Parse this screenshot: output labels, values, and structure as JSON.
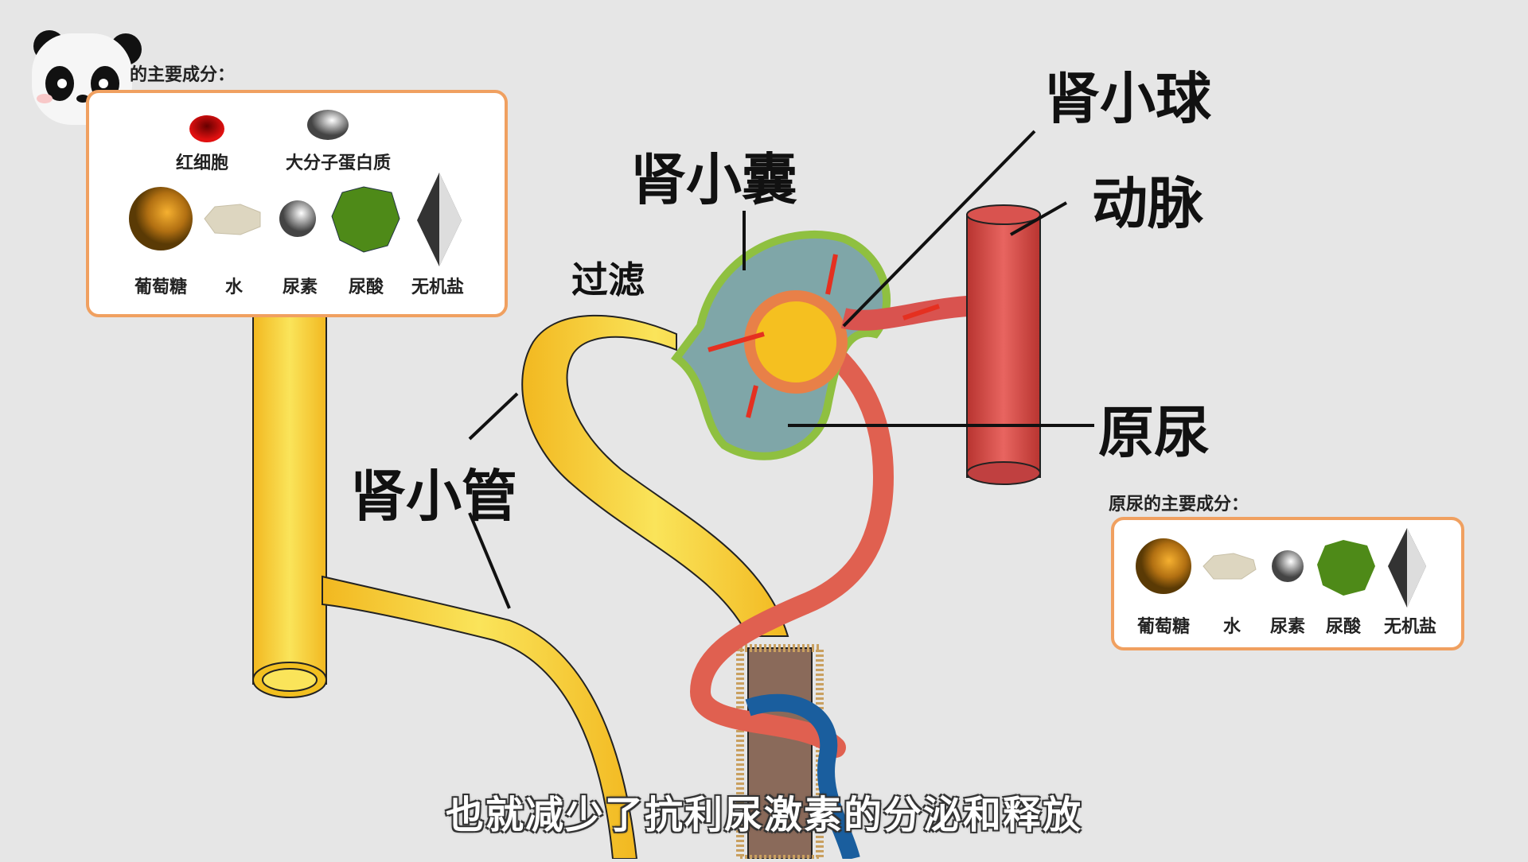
{
  "labels": {
    "glomerulus": "肾小球",
    "capsule": "肾小囊",
    "artery": "动脉",
    "primary_urine": "原尿",
    "tubule": "肾小管",
    "filtration": "过滤"
  },
  "blood_panel": {
    "title": "的主要成分：",
    "top_items": [
      "红细胞",
      "大分子蛋白质"
    ],
    "bottom_items": [
      "葡萄糖",
      "水",
      "尿素",
      "尿酸",
      "无机盐"
    ]
  },
  "urine_panel": {
    "title": "原尿的主要成分：",
    "items": [
      "葡萄糖",
      "水",
      "尿素",
      "尿酸",
      "无机盐"
    ]
  },
  "subtitle": "也就减少了抗利尿激素的分泌和释放",
  "colors": {
    "box_border": "#f0a060",
    "tube": "#f5c533",
    "artery": "#d9534f",
    "capsule": "#7fa6a8"
  }
}
